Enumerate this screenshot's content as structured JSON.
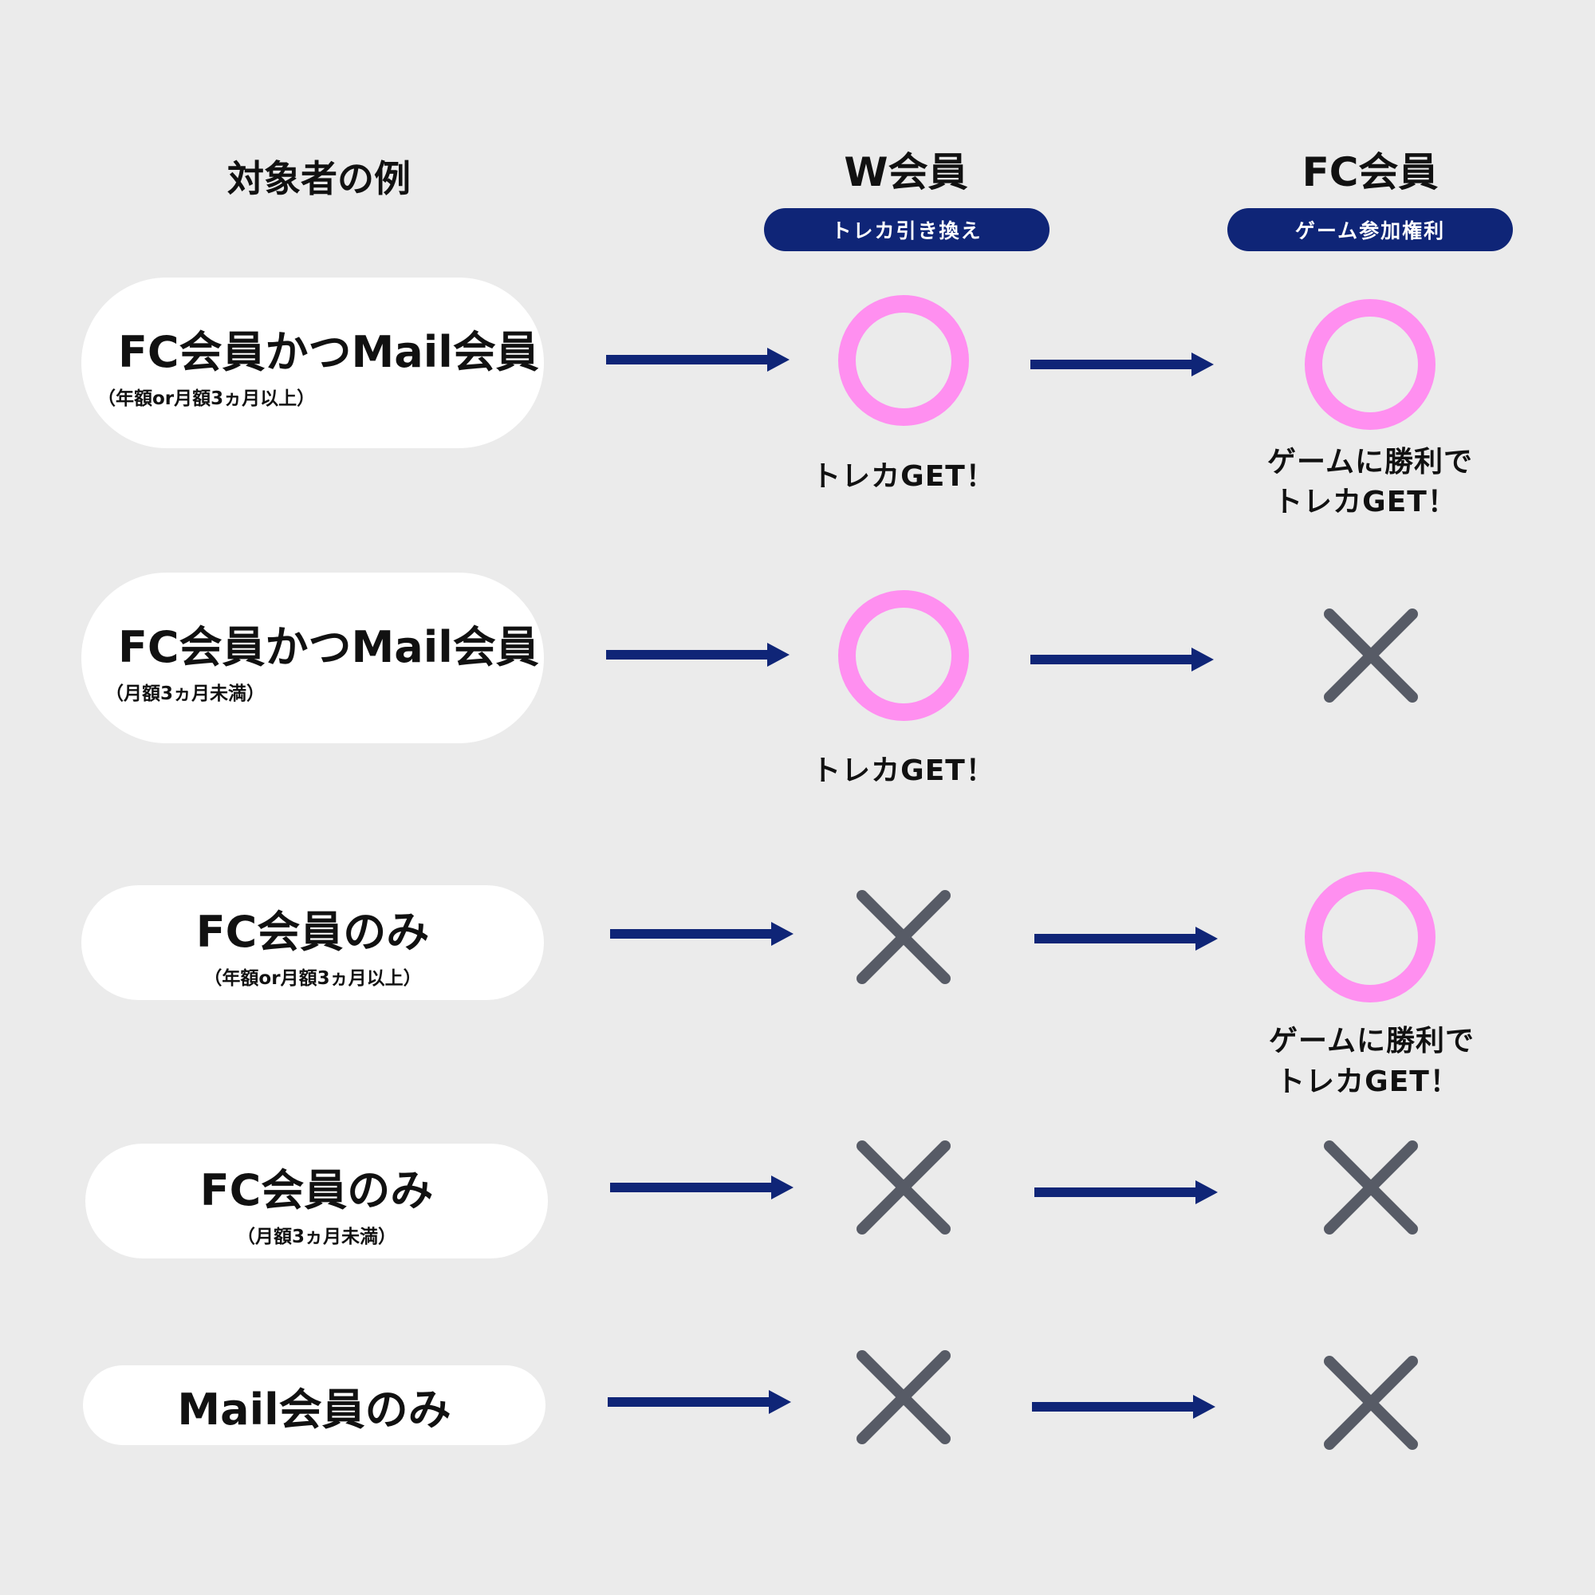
{
  "headers": {
    "subject": "対象者の例",
    "w_member": "W会員",
    "w_member_tag": "トレカ引き換え",
    "fc_member": "FC会員",
    "fc_member_tag": "ゲーム参加権利"
  },
  "rows": [
    {
      "title": "FC会員かつMail会員",
      "note": "（年額or月額3ヵ月以上）",
      "w": "circle",
      "w_result": "トレカGET！",
      "fc": "circle",
      "fc_result_1": "ゲームに勝利で",
      "fc_result_2": "トレカGET！"
    },
    {
      "title": "FC会員かつMail会員",
      "note": "（月額3ヵ月未満）",
      "w": "circle",
      "w_result": "トレカGET！",
      "fc": "cross"
    },
    {
      "title": "FC会員のみ",
      "note": "（年額or月額3ヵ月以上）",
      "w": "cross",
      "fc": "circle",
      "fc_result_1": "ゲームに勝利で",
      "fc_result_2": "トレカGET！"
    },
    {
      "title": "FC会員のみ",
      "note": "（月額3ヵ月未満）",
      "w": "cross",
      "fc": "cross"
    },
    {
      "title": "Mail会員のみ",
      "w": "cross",
      "fc": "cross"
    }
  ],
  "colors": {
    "background": "#ebebeb",
    "accent_navy": "#0f2577",
    "circle_pink": "#ff8ff0",
    "cross_gray": "#575b66",
    "pill_white": "#ffffff"
  }
}
